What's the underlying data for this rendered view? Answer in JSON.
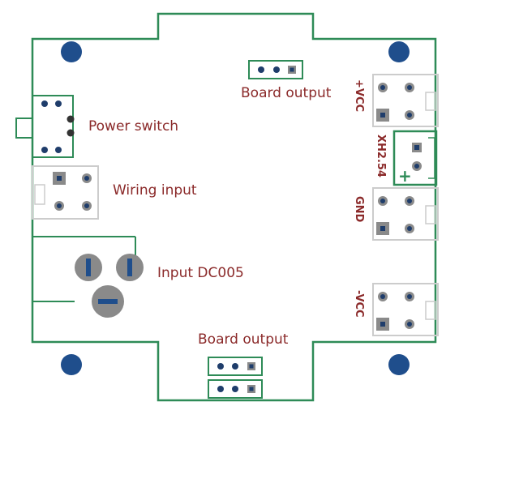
{
  "colors": {
    "outline": "#2e8b57",
    "hole": "#1f4e8c",
    "label": "#8b2a2a",
    "pin_square": "#8a8a8a",
    "pin_hole": "#1f3d6b"
  },
  "labels": {
    "board_output_top": "Board output",
    "power_switch": "Power switch",
    "wiring_input": "Wiring input",
    "input_dc005": "Input DC005",
    "board_output_bottom": "Board output",
    "plus_vcc": "+VCC",
    "xh254": "XH2.54",
    "gnd": "GND",
    "minus_vcc": "-VCC",
    "plus_sign": "+"
  }
}
